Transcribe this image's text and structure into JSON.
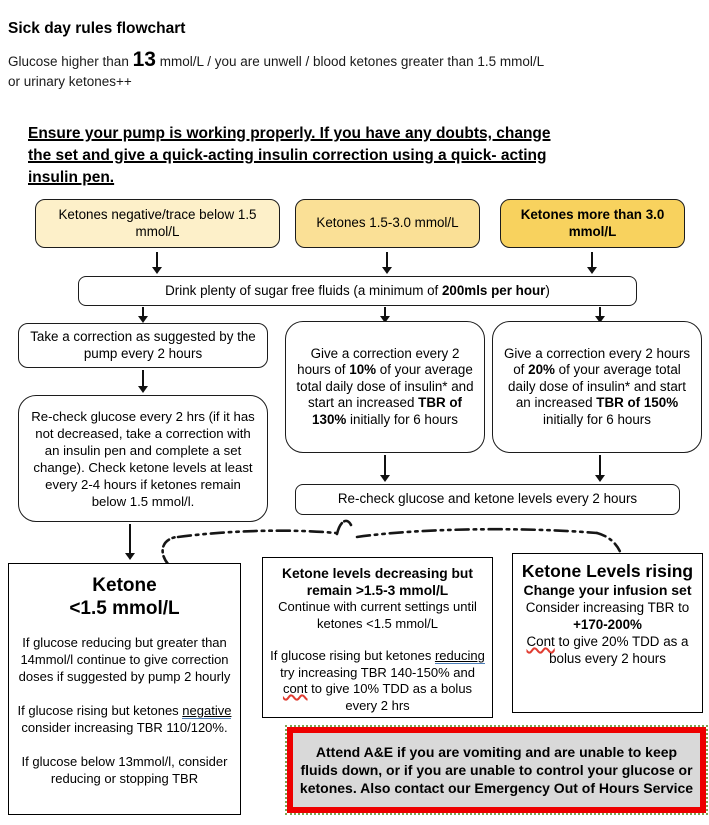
{
  "header": {
    "title": "Sick day rules flowchart",
    "condition_line1_parts": [
      "Glucose higher than ",
      "13",
      " mmol/L / you are unwell / blood ketones greater than 1.5 mmol/L"
    ],
    "condition_line2": "or urinary ketones++"
  },
  "warning": {
    "lines": [
      "Ensure your pump is working properly.  If you have any doubts, change",
      "the set and give a quick-acting insulin correction using a quick- acting",
      "insulin pen."
    ]
  },
  "branches": {
    "low": "Ketones negative/trace below 1.5 mmol/L",
    "mid": "Ketones 1.5-3.0 mmol/L",
    "high": "Ketones more than 3.0 mmol/L"
  },
  "fluids": {
    "parts": [
      "Drink plenty of sugar free fluids (a minimum of ",
      "200mls per hour",
      ")"
    ]
  },
  "left_column": {
    "step1": "Take a correction as suggested by the pump every 2 hours",
    "step2": "Re-check glucose every 2 hrs (if it has not decreased, take a correction with an insulin pen and complete a set change). Check ketone levels at least every 2-4 hours if ketones remain below 1.5 mmol/l."
  },
  "mid_column": {
    "parts": [
      "Give a correction every 2 hours of ",
      "10%",
      " of your average total daily dose of insulin* and start an increased ",
      "TBR of 130%",
      " initially for 6 hours"
    ]
  },
  "right_column": {
    "parts": [
      "Give a correction every 2 hours of ",
      "20%",
      " of your average total daily dose of insulin* and start an increased ",
      "TBR of 150%",
      " initially for 6 hours"
    ]
  },
  "recheck": {
    "text": "Re-check glucose and ketone levels every 2 hours"
  },
  "outcome_low": {
    "title_line1": "Ketone",
    "title_line2": "<1.5 mmol/L",
    "para1": "If glucose reducing but greater than 14mmol/l continue to give correction doses if suggested by pump 2 hourly",
    "para2_parts": [
      "If glucose rising but ketones ",
      "negative",
      " consider increasing TBR 110/120%."
    ],
    "para3": "If glucose below 13mmol/l, consider reducing or stopping TBR"
  },
  "outcome_mid": {
    "title": "Ketone levels decreasing but remain >1.5-3 mmol/L",
    "line1": "Continue with current settings until ketones <1.5 mmol/L",
    "para2_parts": [
      "If glucose rising but ketones ",
      "reducing",
      " try increasing TBR 140-150% and ",
      "cont",
      " to give 10% TDD as a bolus every 2 hrs"
    ]
  },
  "outcome_high": {
    "title": "Ketone Levels rising",
    "subtitle": "Change your infusion set",
    "line1": "Consider increasing TBR to",
    "line1_bold": "+170-200%",
    "line2_parts": [
      "Cont",
      " to give 20% TDD as a bolus every 2 hours"
    ]
  },
  "emergency": {
    "text": "Attend A&E if you are vomiting and are unable to keep fluids down, or if you are unable to control your glucose or ketones. Also contact our Emergency Out of Hours Service"
  },
  "colors": {
    "branch_low_bg": "#fdf0c9",
    "branch_mid_bg": "#fae096",
    "branch_high_bg": "#f8d25e",
    "emergency_bg": "#d9d9d9",
    "emergency_border": "#ee0000",
    "grammar_underline_blue": "#4a7ebb",
    "spellcheck_red": "#e03c31"
  }
}
